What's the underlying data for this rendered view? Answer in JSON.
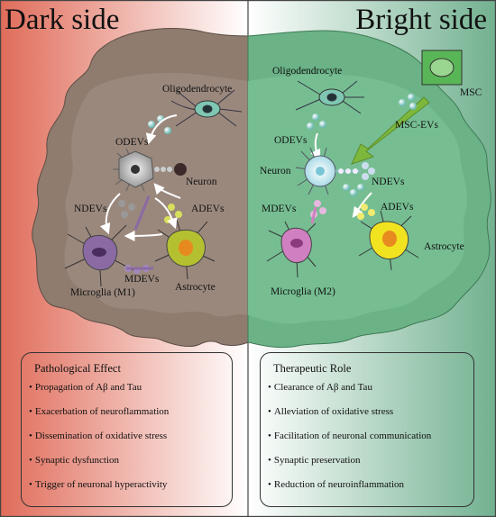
{
  "left": {
    "title": "Dark side",
    "labels": {
      "oligodendrocyte": "Oligodendrocyte",
      "odevs": "ODEVs",
      "neuron": "Neuron",
      "ndevs": "NDEVs",
      "adevs": "ADEVs",
      "microglia": "Microglia (M1)",
      "mdevs": "MDEVs",
      "astrocyte": "Astrocyte"
    },
    "box": {
      "heading": "Pathological Effect",
      "items": [
        "Propagation of Aβ and Tau",
        "Exacerbation of neuroflammation",
        "Dissemination of oxidative stress",
        "Synaptic dysfunction",
        "Trigger of neuronal hyperactivity"
      ]
    }
  },
  "right": {
    "title": "Bright side",
    "labels": {
      "oligodendrocyte": "Oligodendrocyte",
      "msc": "MSC",
      "mscevs": "MSC-EVs",
      "odevs": "ODEVs",
      "neuron": "Neuron",
      "ndevs": "NDEVs",
      "mdevs": "MDEVs",
      "adevs": "ADEVs",
      "astrocyte": "Astrocyte",
      "microglia": "Microglia (M2)"
    },
    "box": {
      "heading": "Therapeutic Role",
      "items": [
        "Clearance of Aβ and Tau",
        "Alleviation of oxidative stress",
        "Facilitation of neuronal communication",
        "Synaptic preservation",
        "Reduction of neuroinflammation"
      ]
    }
  },
  "colors": {
    "left_gradient_start": "#e0705f",
    "left_gradient_end": "#ffffff",
    "right_gradient_start": "#ffffff",
    "right_gradient_end": "#7ab596",
    "left_brain": "#8f7d70",
    "right_brain": "#67b287",
    "microglia_m1": "#8b6aa3",
    "microglia_m2": "#d080c0",
    "astrocyte_left": "#b4c030",
    "astrocyte_right": "#f2e320",
    "msc": "#5cb85c"
  }
}
